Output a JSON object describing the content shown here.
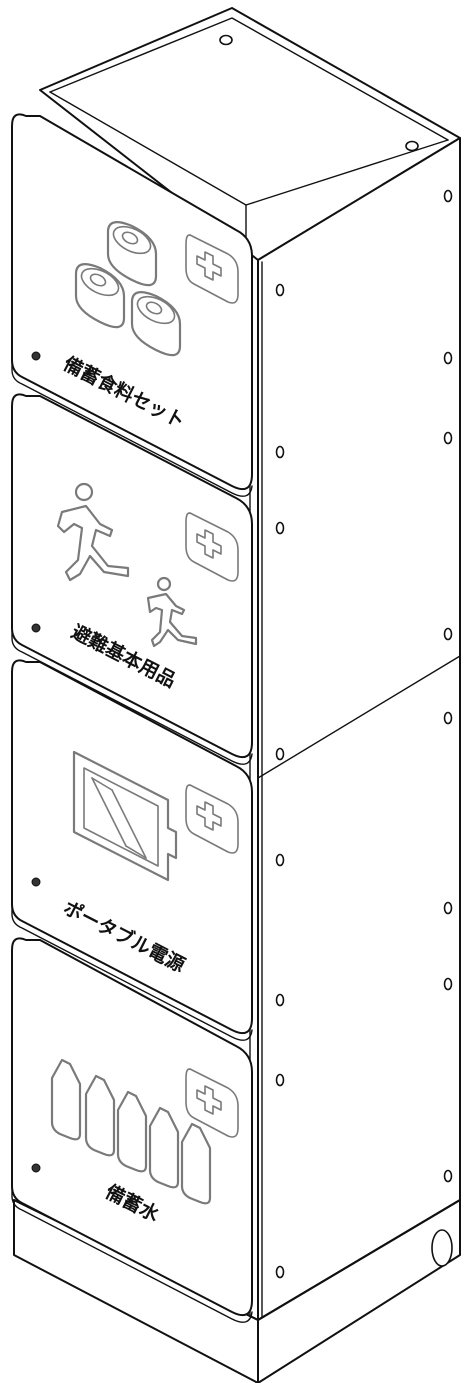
{
  "colors": {
    "outline": "#111111",
    "icon_gray": "#7a7a7a",
    "background": "#ffffff"
  },
  "panels": [
    {
      "label": "備蓄食料セット",
      "icon": "canned-food-icon",
      "badge_icon": "first-aid-cross-icon"
    },
    {
      "label": "避難基本用品",
      "icon": "running-person-icon",
      "badge_icon": "first-aid-cross-icon"
    },
    {
      "label": "ポータブル電源",
      "icon": "battery-charging-icon",
      "badge_icon": "first-aid-cross-icon"
    },
    {
      "label": "備蓄水",
      "icon": "water-bottles-icon",
      "badge_icon": "first-aid-cross-icon"
    }
  ]
}
